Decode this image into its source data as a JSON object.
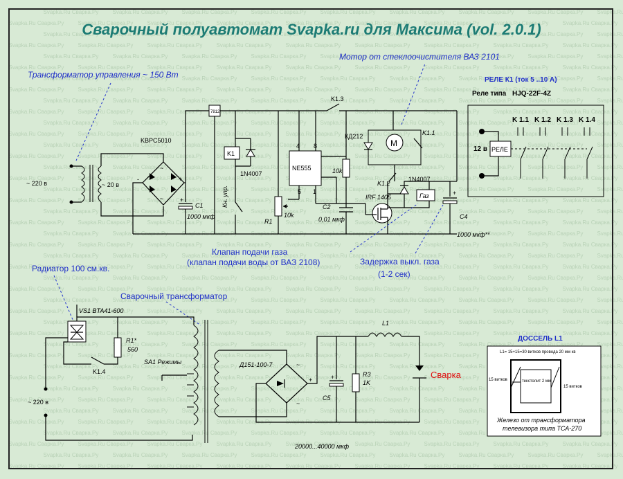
{
  "title": "Сварочный полуавтомат  Svapka.ru для Максима (vol. 2.0.1)",
  "watermark": "Svapka.Ru Сварка.Ру",
  "colors": {
    "background": "#d8ead5",
    "title": "#1c7b74",
    "annotation": "#1f2fc8",
    "weld": "#e01010"
  },
  "control": {
    "transformer_note": "Трансформатор управления ~ 150 Вт",
    "mains": "~  220 в",
    "secondary": "~ 20 в",
    "bridge": "KBPC5010",
    "c1": "C1",
    "c1_value": "1000 мкф",
    "regulator": "7812",
    "k1": "K1",
    "diode1": "1N4007",
    "button": "Кн. упр.",
    "r1": "R1",
    "pot": "10k",
    "timer": "NE555",
    "pin4": "4",
    "pin8": "8",
    "pin5": "5",
    "pin1": "1",
    "r10k": "10k",
    "c2": "C2",
    "c2_value": "0,01 мкф",
    "k13": "K1.3",
    "kd212": "КД212",
    "motor_note": "Мотор от стеклоочистителя ВАЗ 2101",
    "k11": "K1.1",
    "k12": "K1.2",
    "mosfet": "IRF 1405",
    "diode2": "1N4007",
    "gas_valve": "Газ",
    "c4": "C4",
    "c4_value": "1000 мкф**",
    "gas_valve_note_1": "Клапан подачи газа",
    "gas_valve_note_2": "(клапан подачи воды от ВАЗ 2108)",
    "gas_delay_1": "Задержка выкл. газа",
    "gas_delay_2": "(1-2 сек)"
  },
  "relay_box": {
    "title": "РЕЛЕ К1 (ток 5 ..10 А)",
    "type_label": "Реле типа",
    "type_value": "HJQ-22F-4Z",
    "voltage": "12 в",
    "coil": "РЕЛЕ",
    "contacts": [
      "K 1.1",
      "K 1.2",
      "K 1.3",
      "K 1.4"
    ]
  },
  "power": {
    "radiator": "Радиатор 100 см.кв.",
    "welding_transformer": "Сварочный трансформатор",
    "triac": "VS1  BTA41-600",
    "r1star": "R1*",
    "r1star_value": "560",
    "k14": "K1.4",
    "sa1": "SA1 Режимы",
    "mains": "~ 220 в",
    "rectifier": "Д151-100-7",
    "c5": "C5",
    "r3": "R3",
    "r3_value": "1K",
    "l1": "L1",
    "weld": "Сварка",
    "capacitance": "20000...40000 мкф"
  },
  "choke": {
    "title": "ДОССЕЛЬ L1",
    "winding": "L1= 15+15=30 витков провода 20 мм кв",
    "turns_left": "15 витков",
    "turns_right": "15 витков",
    "spacer": "текстолит 2 мм",
    "core_1": "Железо от трансформатора",
    "core_2": "телевизора типа ТСА-270"
  }
}
